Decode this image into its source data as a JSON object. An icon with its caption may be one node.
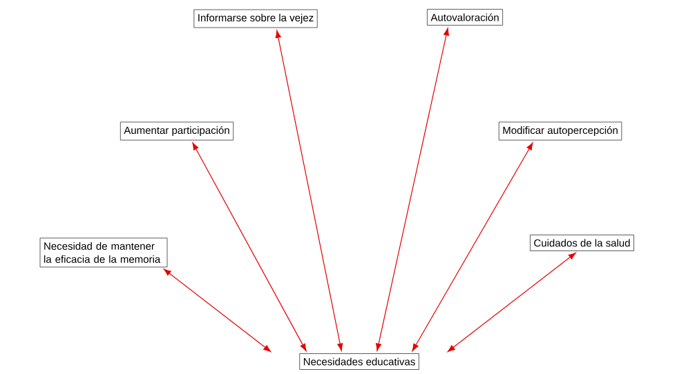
{
  "diagram": {
    "nodes": [
      {
        "text": [
          "Informarse sobre la vejez"
        ]
      },
      {
        "text": [
          "Autovaloración"
        ]
      },
      {
        "text": [
          "Aumentar participación"
        ]
      },
      {
        "text": [
          "Modificar autopercepción"
        ]
      },
      {
        "text": [
          "Necesidad de mantener la eficacia de la memoria"
        ]
      },
      {
        "text": [
          "Cuidados de la salud"
        ]
      },
      {
        "text": [
          "Necesidades educativas"
        ]
      }
    ],
    "edges": [
      {
        "from": 6,
        "to": 4,
        "arrow": "both"
      },
      {
        "from": 6,
        "to": 2,
        "arrow": "both"
      },
      {
        "from": 6,
        "to": 0,
        "arrow": "both"
      },
      {
        "from": 6,
        "to": 1,
        "arrow": "both"
      },
      {
        "from": 6,
        "to": 3,
        "arrow": "both"
      },
      {
        "from": 6,
        "to": 5,
        "arrow": "both"
      }
    ]
  }
}
